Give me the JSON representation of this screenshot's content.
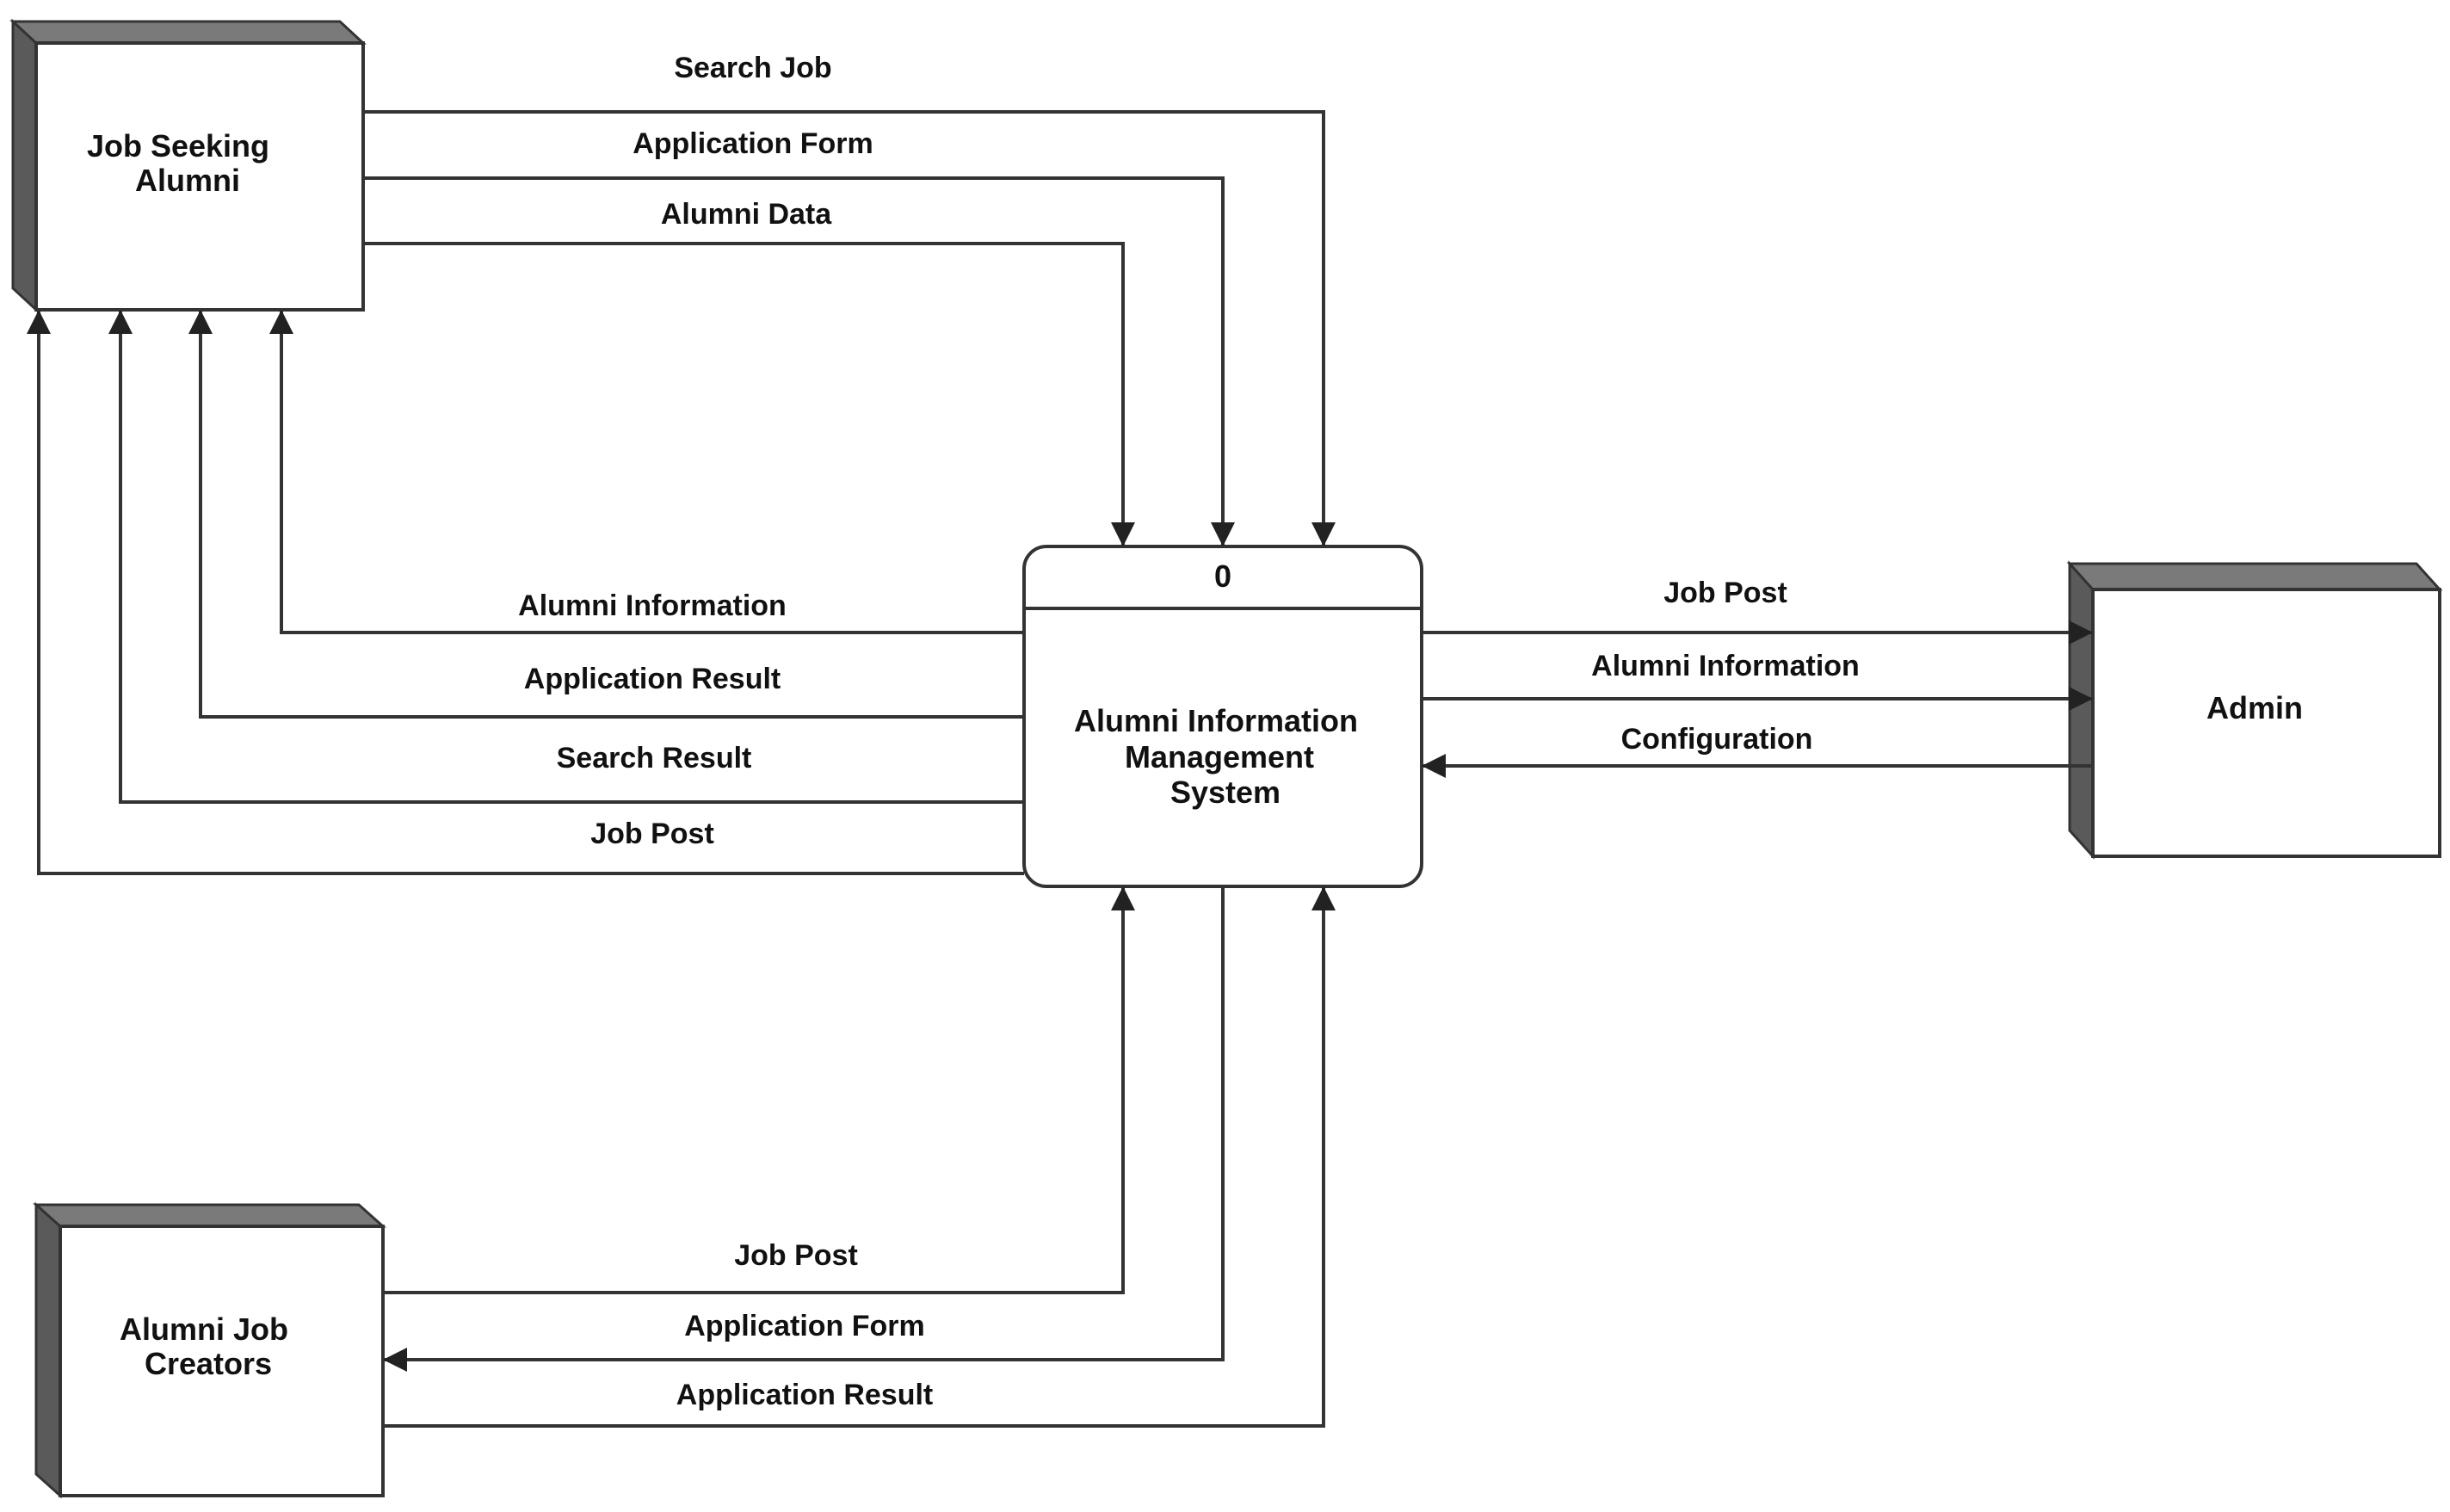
{
  "entities": {
    "job_seeking_alumni": [
      "Job Seeking",
      "Alumni"
    ],
    "admin": [
      "Admin"
    ],
    "alumni_job_creators": [
      "Alumni Job",
      "Creators"
    ]
  },
  "process": {
    "number": "0",
    "name": [
      "Alumni Information",
      "Management",
      "System"
    ]
  },
  "flows": {
    "search_job": "Search Job",
    "application_form_top": "Application Form",
    "alumni_data": "Alumni Data",
    "alumni_information_left": "Alumni Information",
    "application_result_left": "Application Result",
    "search_result": "Search Result",
    "job_post_left": "Job Post",
    "job_post_admin": "Job Post",
    "alumni_information_admin": "Alumni Information",
    "configuration": "Configuration",
    "job_post_bottom": "Job Post",
    "application_form_bottom": "Application Form",
    "application_result_bottom": "Application Result"
  }
}
